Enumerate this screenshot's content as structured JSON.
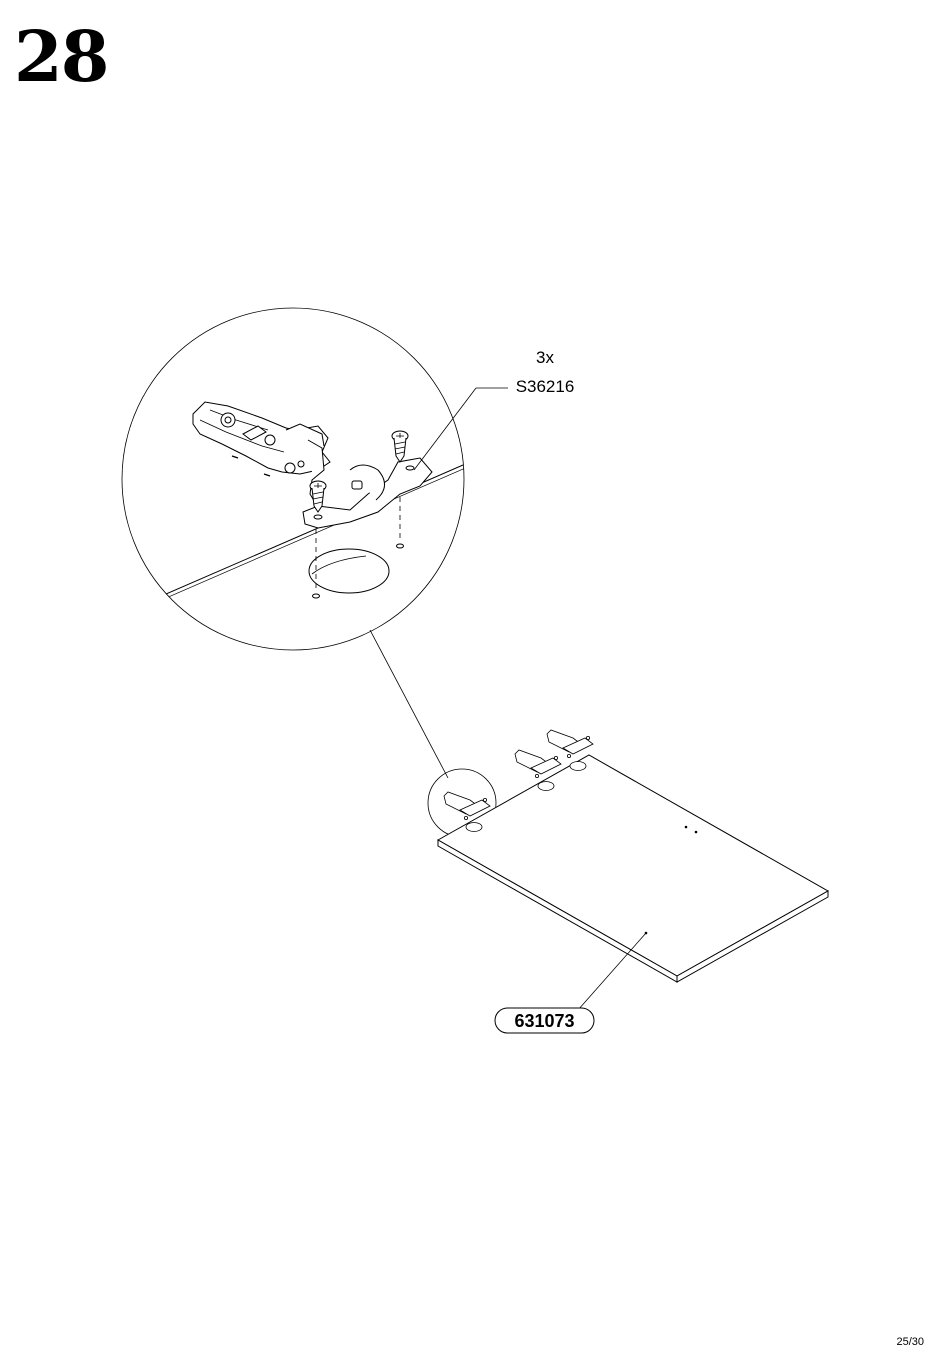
{
  "step": {
    "number": "28"
  },
  "callout": {
    "quantity": "3x",
    "part_code": "S36216"
  },
  "panel": {
    "part_code": "631073"
  },
  "page": {
    "number": "25/30"
  }
}
